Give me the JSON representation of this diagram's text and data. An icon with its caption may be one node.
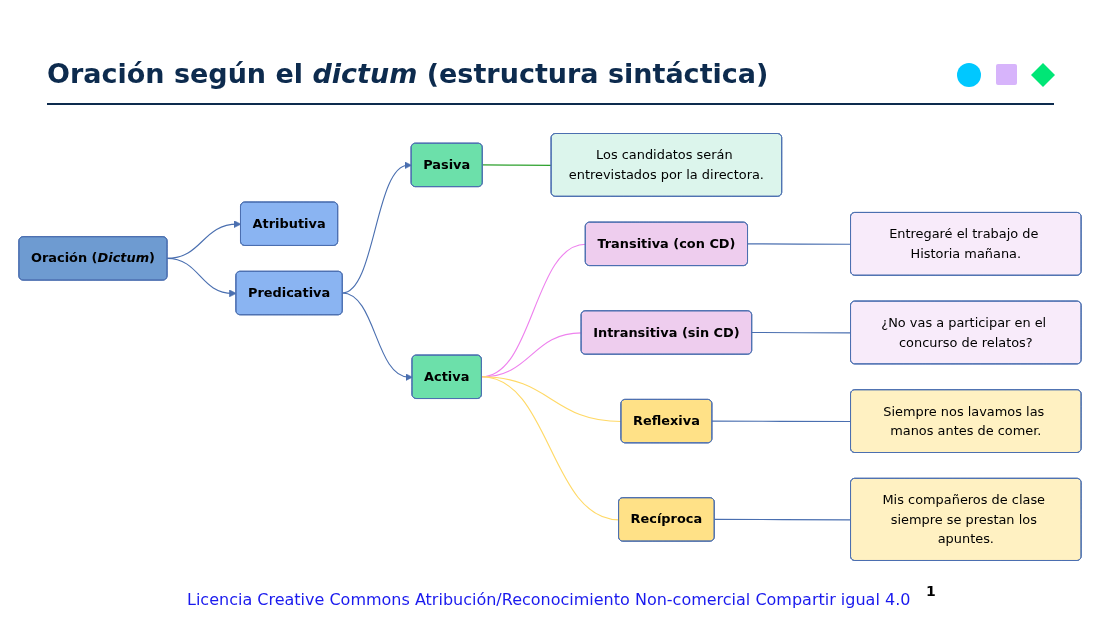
{
  "diagram": {
    "title": "Oración según el *dictum* (estructura sintáctica)",
    "nodes": [
      {
        "text": [
          "Oración (*Dictum*)"
        ]
      },
      {
        "text": [
          "Atributiva"
        ]
      },
      {
        "text": [
          "Predicativa"
        ]
      },
      {
        "text": [
          "Pasiva"
        ]
      },
      {
        "text": [
          "Activa"
        ]
      },
      {
        "text": [
          "Los candidatos serán entrevistados por la directora."
        ]
      },
      {
        "text": [
          "Transitiva (con CD)"
        ]
      },
      {
        "text": [
          "Intransitiva (sin CD)"
        ]
      },
      {
        "text": [
          "Entregaré el trabajo de Historia mañana."
        ]
      },
      {
        "text": [
          "¿No vas a participar en el concurso de relatos?"
        ]
      },
      {
        "text": [
          "Reflexiva"
        ]
      },
      {
        "text": [
          "Recíproca"
        ]
      },
      {
        "text": [
          "Siempre nos lavamos las manos antes de comer."
        ]
      },
      {
        "text": [
          "Mis compañeros de clase siempre se prestan los apuntes."
        ]
      }
    ],
    "edges": [
      {
        "from": 0,
        "to": 1,
        "arrow": "to"
      },
      {
        "from": 0,
        "to": 2,
        "arrow": "to"
      },
      {
        "from": 2,
        "to": 3,
        "arrow": "to"
      },
      {
        "from": 2,
        "to": 4,
        "arrow": "to"
      },
      {
        "from": 3,
        "to": 5,
        "arrow": "none",
        "color": "#2ca02c"
      },
      {
        "from": 4,
        "to": 6,
        "arrow": "none",
        "color": "#ee82ee"
      },
      {
        "from": 4,
        "to": 7,
        "arrow": "none",
        "color": "#ee82ee"
      },
      {
        "from": 6,
        "to": 8,
        "arrow": "none"
      },
      {
        "from": 7,
        "to": 9,
        "arrow": "none"
      },
      {
        "from": 4,
        "to": 10,
        "arrow": "none",
        "color": "#ffd966"
      },
      {
        "from": 4,
        "to": 11,
        "arrow": "none",
        "color": "#ffd966"
      },
      {
        "from": 10,
        "to": 12,
        "arrow": "none"
      },
      {
        "from": 11,
        "to": 13,
        "arrow": "none"
      }
    ],
    "labels": [
      "Licencia Creative Commons Atribución/Reconocimiento Non-comercial Compartir igual 4.0",
      "1"
    ]
  }
}
